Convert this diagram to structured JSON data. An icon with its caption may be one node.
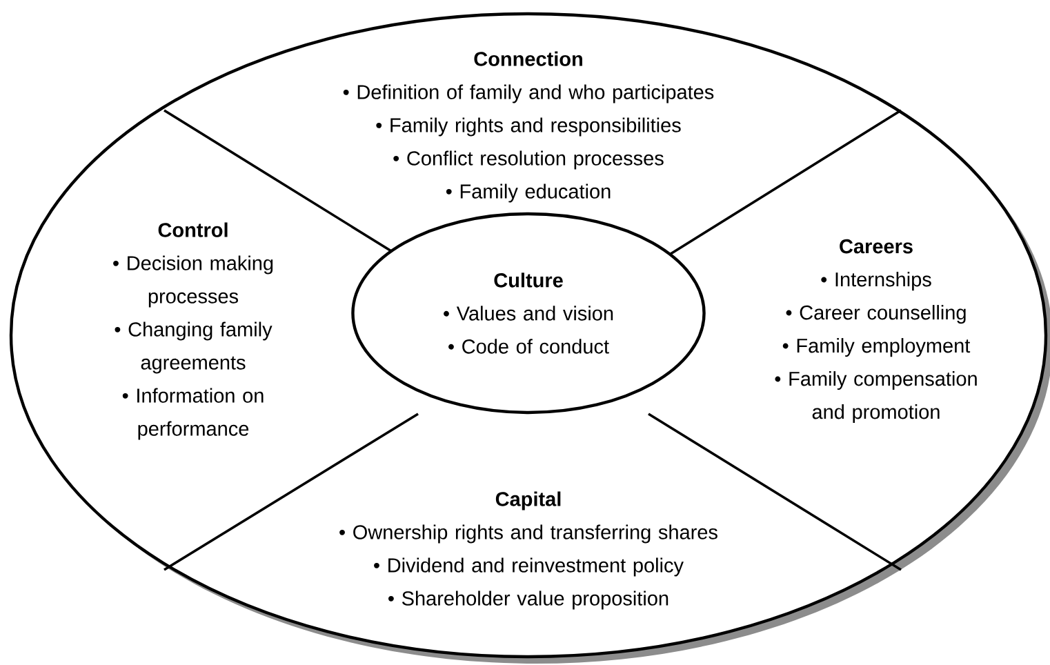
{
  "diagram": {
    "nodes": [
      {
        "text": [],
        "shape": "ellipse"
      },
      {
        "text": [
          "Connection",
          "• Definition of family and who participates",
          "• Family rights and responsibilities",
          "• Conflict resolution processes",
          "• Family education"
        ],
        "in": 0
      },
      {
        "text": [
          "Control",
          "• Decision making processes",
          "• Changing family agreements",
          "• Information on performance"
        ],
        "in": 0
      },
      {
        "text": [
          "Culture",
          "• Values and vision",
          "• Code of conduct"
        ],
        "in": 0
      },
      {
        "text": [
          "Careers",
          "• Internships",
          "• Career counselling",
          "• Family employment",
          "• Family compensation and promotion"
        ],
        "in": 0
      },
      {
        "text": [
          "Capital",
          "• Ownership rights and transferring shares",
          "• Dividend and reinvestment policy",
          "• Shareholder value proposition"
        ],
        "in": 0
      }
    ]
  }
}
